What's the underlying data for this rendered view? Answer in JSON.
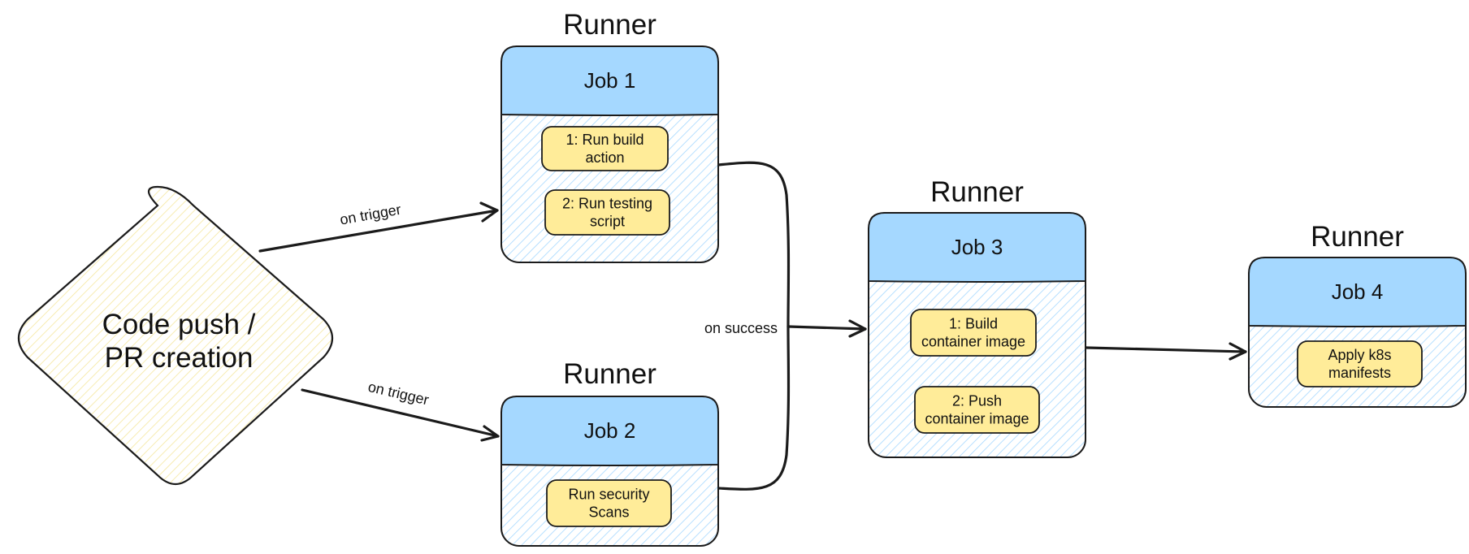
{
  "colors": {
    "job_header": "#a5d8ff",
    "job_body_hatch": "#a5d8ff",
    "step_fill": "#ffec99",
    "trigger_hatch": "#fff3a8",
    "stroke": "#1b1b1b"
  },
  "trigger": {
    "line1": "Code push /",
    "line2": "PR creation"
  },
  "edges": {
    "trigger_to_job1": "on trigger",
    "trigger_to_job2": "on trigger",
    "jobs_to_job3": "on success"
  },
  "runners": [
    {
      "runner_label": "Runner",
      "job_label": "Job 1",
      "steps": [
        {
          "lines": [
            "1: Run build",
            "action"
          ]
        },
        {
          "lines": [
            "2: Run testing",
            "script"
          ]
        }
      ]
    },
    {
      "runner_label": "Runner",
      "job_label": "Job 2",
      "steps": [
        {
          "lines": [
            "Run security",
            "Scans"
          ]
        }
      ]
    },
    {
      "runner_label": "Runner",
      "job_label": "Job 3",
      "steps": [
        {
          "lines": [
            "1: Build",
            "container image"
          ]
        },
        {
          "lines": [
            "2: Push",
            "container image"
          ]
        }
      ]
    },
    {
      "runner_label": "Runner",
      "job_label": "Job 4",
      "steps": [
        {
          "lines": [
            "Apply k8s",
            "manifests"
          ]
        }
      ]
    }
  ]
}
